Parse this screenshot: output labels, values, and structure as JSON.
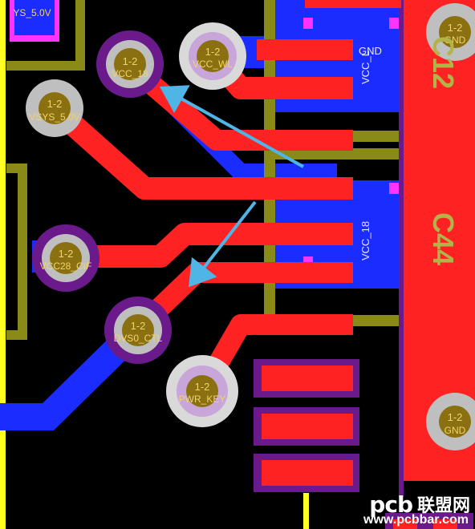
{
  "board": {
    "pad_number": "1-2",
    "vias": [
      {
        "id": "vcc18",
        "net": "VCC_18"
      },
      {
        "id": "vccwl",
        "net": "VCC_WL"
      },
      {
        "id": "vsys",
        "net": "VSYS_5.0V"
      },
      {
        "id": "vcc28",
        "net": "VCC28_CIF"
      },
      {
        "id": "dvs0",
        "net": "DVS0_CTL"
      },
      {
        "id": "pwrkey",
        "net": "PWR_KEY"
      },
      {
        "id": "gndtop",
        "net": "GND"
      },
      {
        "id": "gndbot",
        "net": "GND"
      }
    ],
    "top_left_net": "YS_5.0V",
    "vertical_nets": {
      "vcc_l": "VCC_L",
      "vcc_18": "VCC_18"
    },
    "gnd_label": "GND",
    "ref_designators": {
      "c12": "C12",
      "c44": "C44"
    },
    "colors": {
      "background": "#000000",
      "top_copper": "#ff2222",
      "bottom_copper": "#1a2cff",
      "silkscreen": "#8a8a18",
      "soldermask": "#6a1a8a",
      "highlight": "#ff33ff",
      "annotation_arrow": "#4fb4e6",
      "board_edge": "#ffff22"
    }
  },
  "watermark": {
    "logo": "pcb",
    "brand": "联盟网",
    "url": "www.pcbbar.com"
  }
}
